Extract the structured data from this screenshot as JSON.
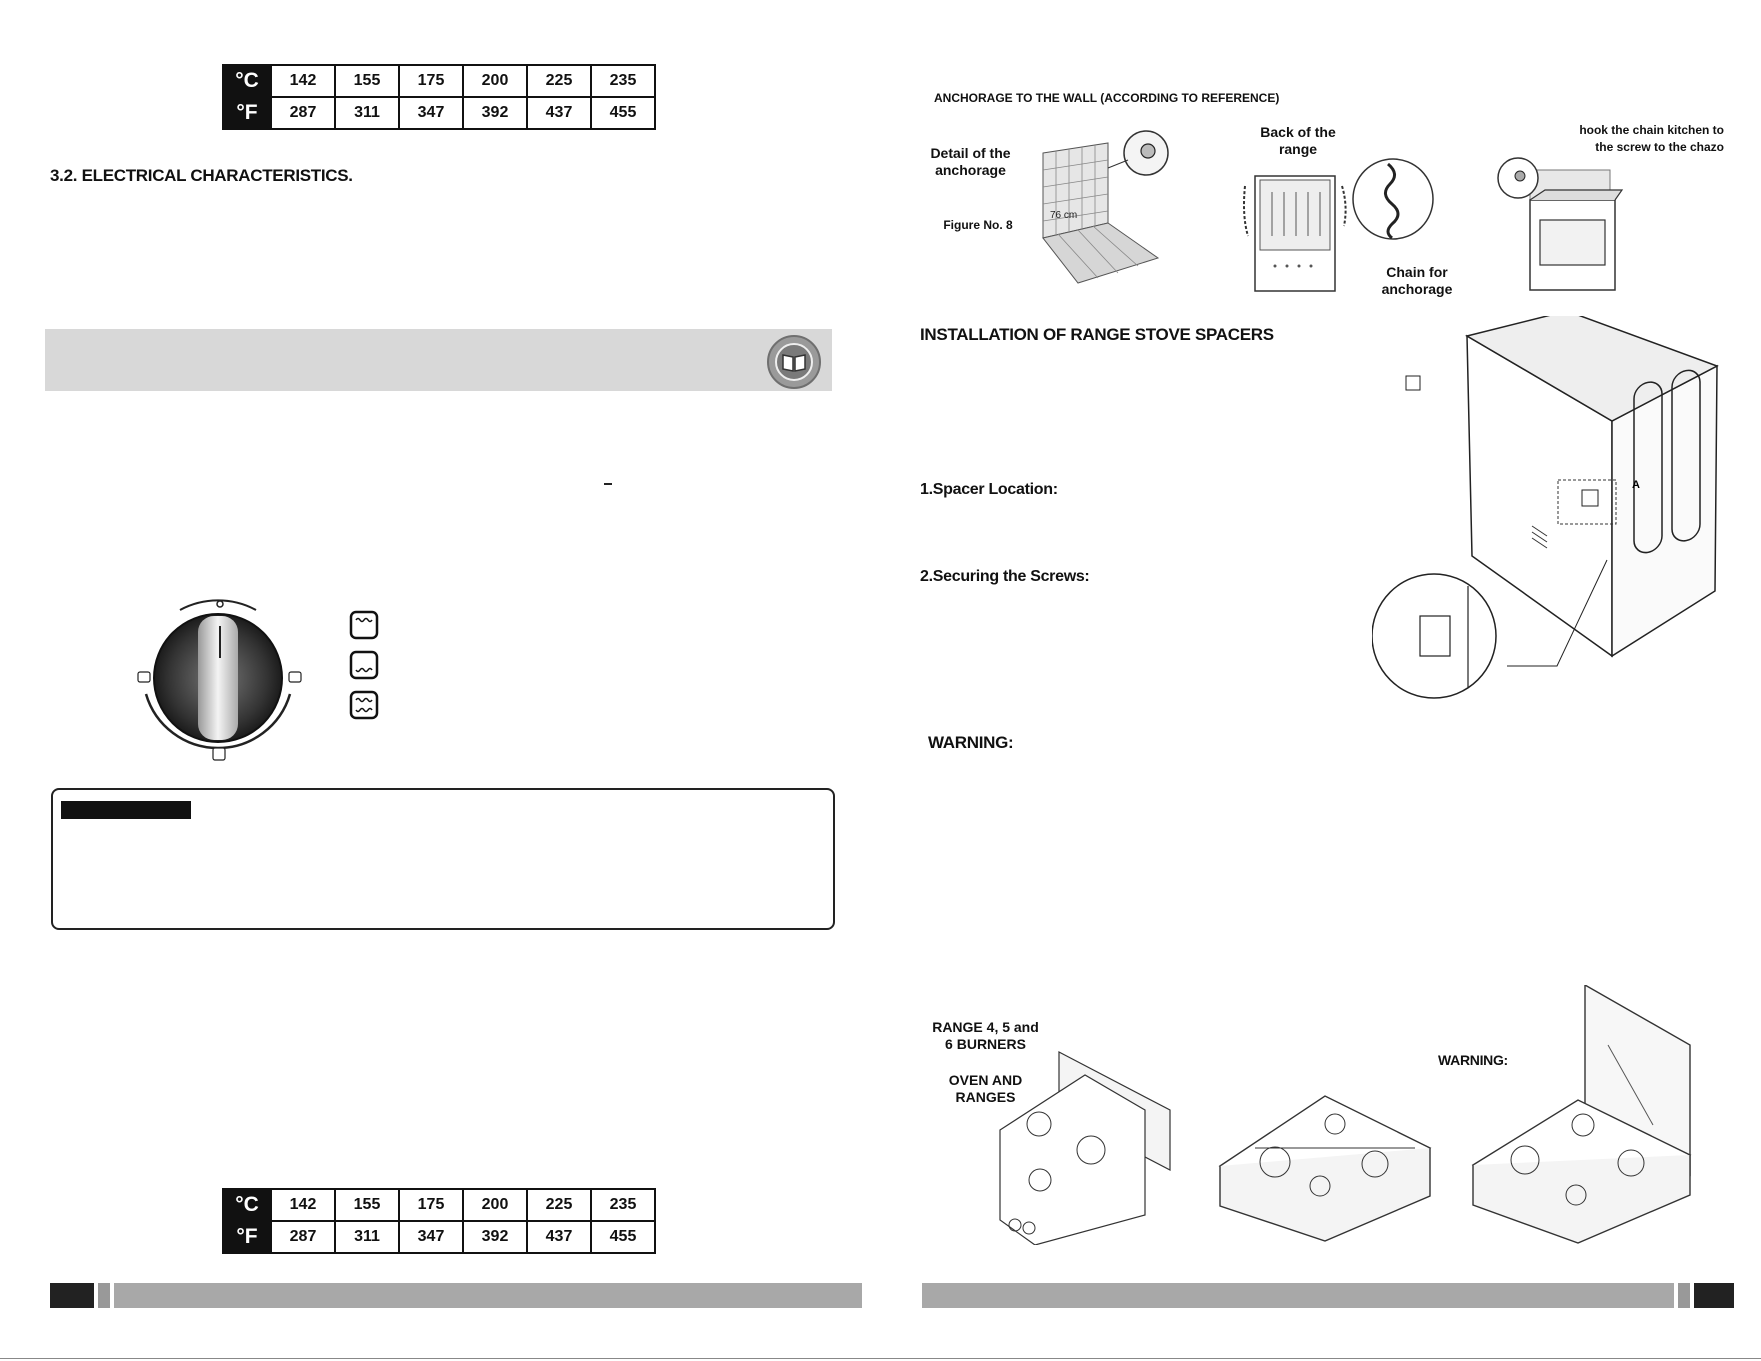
{
  "temp_table_top": {
    "celsius_label": "°C",
    "fahrenheit_label": "°F",
    "celsius": [
      "142",
      "155",
      "175",
      "200",
      "225",
      "235"
    ],
    "fahrenheit": [
      "287",
      "311",
      "347",
      "392",
      "437",
      "455"
    ]
  },
  "temp_table_bottom": {
    "celsius_label": "°C",
    "fahrenheit_label": "°F",
    "celsius": [
      "142",
      "155",
      "175",
      "200",
      "225",
      "235"
    ],
    "fahrenheit": [
      "287",
      "311",
      "347",
      "392",
      "437",
      "455"
    ]
  },
  "left_page": {
    "electrical_heading": "3.2. ELECTRICAL CHARACTERISTICS.",
    "dash": "–"
  },
  "right_page": {
    "anchorage_heading": "ANCHORAGE TO THE WALL (ACCORDING TO REFERENCE)",
    "detail_caption": "Detail of the anchorage",
    "figure_caption": "Figure No. 8",
    "measure_label": "76 cm",
    "back_caption": "Back of the range",
    "chain_caption": "Chain for anchorage",
    "hook_caption": "hook the chain kitchen to the screw to the chazo",
    "spacers_heading": "INSTALLATION OF RANGE STOVE SPACERS",
    "spacer_location": "1.Spacer Location:",
    "securing_screws": "2.Securing the Screws:",
    "arrow_label": "A",
    "warning_1": "WARNING:",
    "range_caption": "RANGE 4, 5 and 6 BURNERS",
    "oven_caption": "OVEN AND RANGES",
    "warning_2": "WARNING:"
  }
}
